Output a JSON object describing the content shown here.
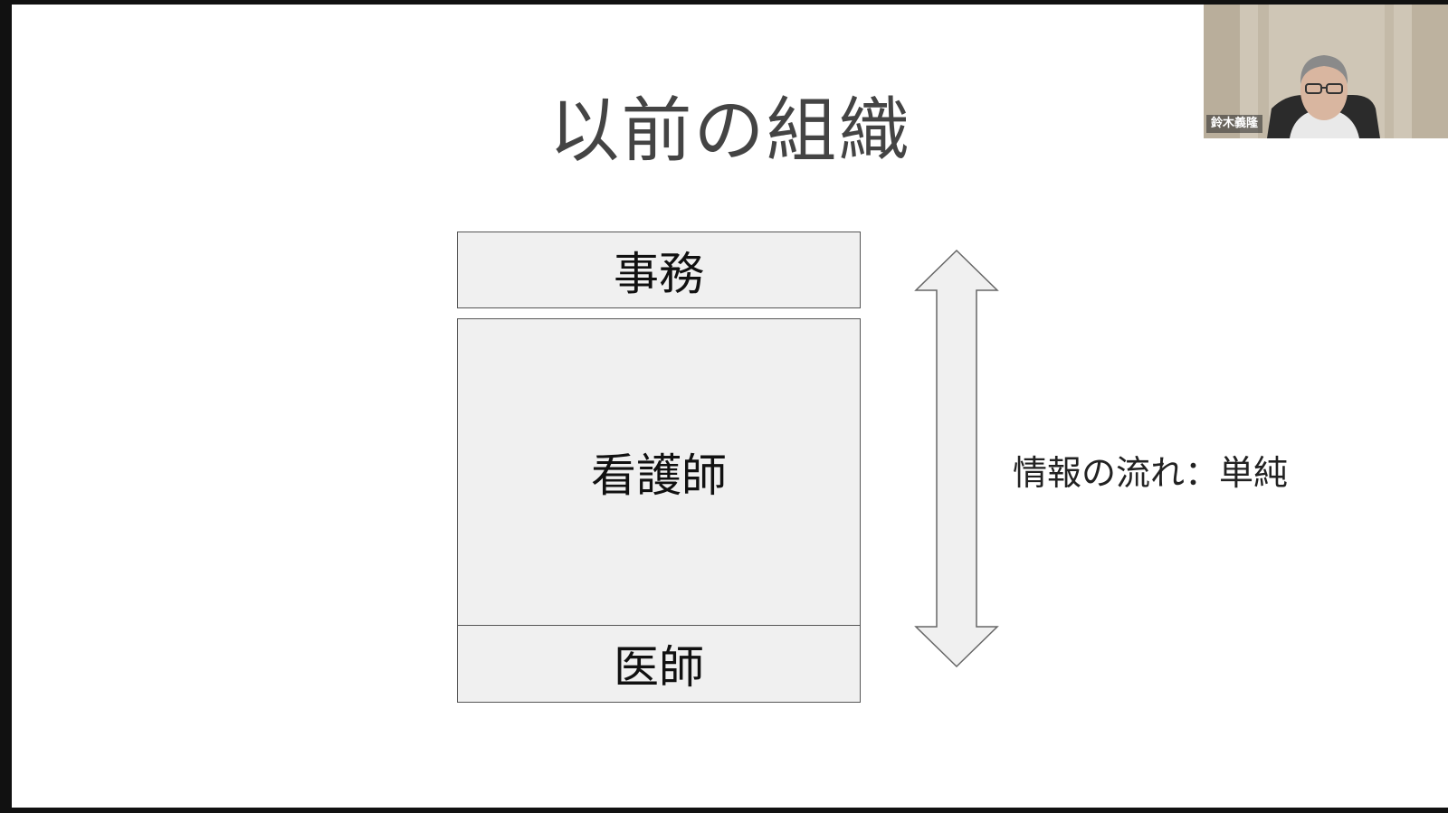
{
  "slide": {
    "title": "以前の組織",
    "boxes": {
      "jimu": "事務",
      "kango": "看護師",
      "ishi": "医師"
    },
    "flow_label": "情報の流れ：単純",
    "arrow_icon": "double-vertical-arrow"
  },
  "video": {
    "participant_name": "鈴木義隆"
  },
  "colors": {
    "box_fill": "#f0f0f0",
    "box_border": "#555555",
    "title_text": "#444444",
    "background": "#ffffff",
    "frame": "#111111"
  }
}
